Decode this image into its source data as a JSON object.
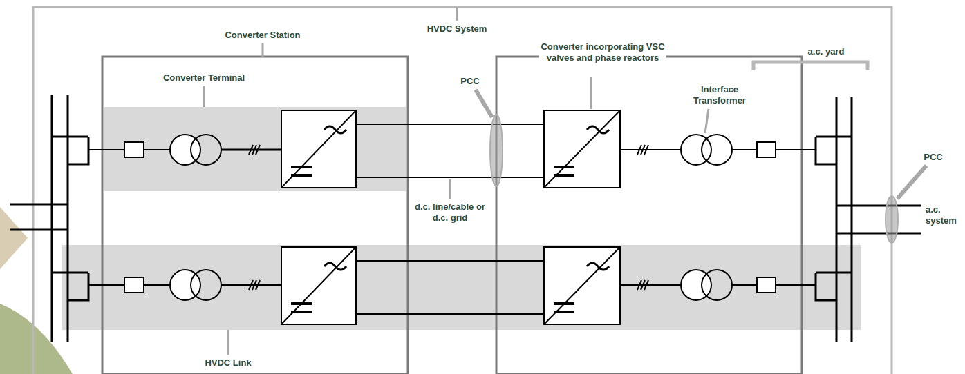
{
  "diagram": {
    "nodes": [
      {
        "text": [
          "HVDC System"
        ]
      },
      {
        "text": [
          "Converter Station"
        ],
        "in": 0
      },
      {
        "text": [
          "Converter Terminal"
        ],
        "in": 1
      },
      {
        "text": [
          "HVDC Link"
        ],
        "in": 0
      }
    ],
    "labels": [
      "PCC",
      "d.c. line/cable or d.c. grid",
      "Converter incorporating VSC valves and phase reactors",
      "Interface Transformer",
      "a.c. yard",
      "PCC",
      "a.c. system"
    ]
  }
}
